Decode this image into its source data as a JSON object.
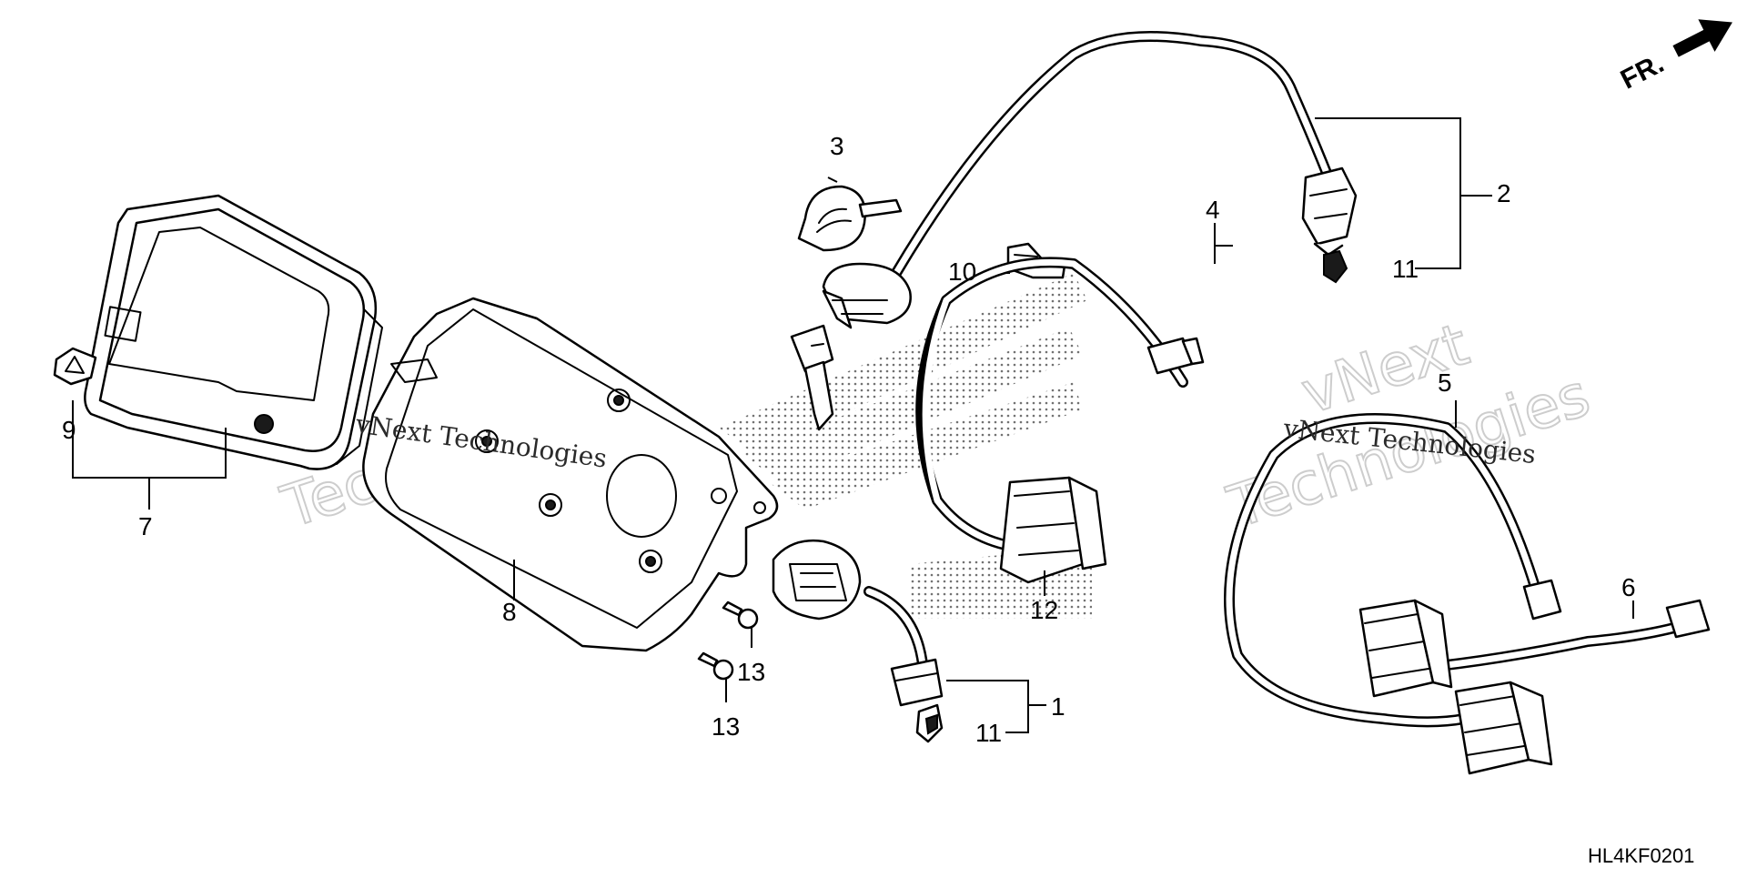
{
  "diagram": {
    "orientation_label": "FR.",
    "diagram_code": "HL4KF0201",
    "watermark": {
      "company_line": "vNext Technologies",
      "big_word_1": "vNext",
      "big_word_2": "Technologies"
    },
    "callouts": [
      "1",
      "2",
      "3",
      "4",
      "5",
      "6",
      "7",
      "8",
      "9",
      "10",
      "11",
      "11",
      "12",
      "13",
      "13"
    ]
  },
  "colors": {
    "line": "#000000",
    "background": "#ffffff",
    "watermark": "#c8c8c8"
  },
  "icons": {
    "front_arrow": "arrow-right-icon"
  }
}
